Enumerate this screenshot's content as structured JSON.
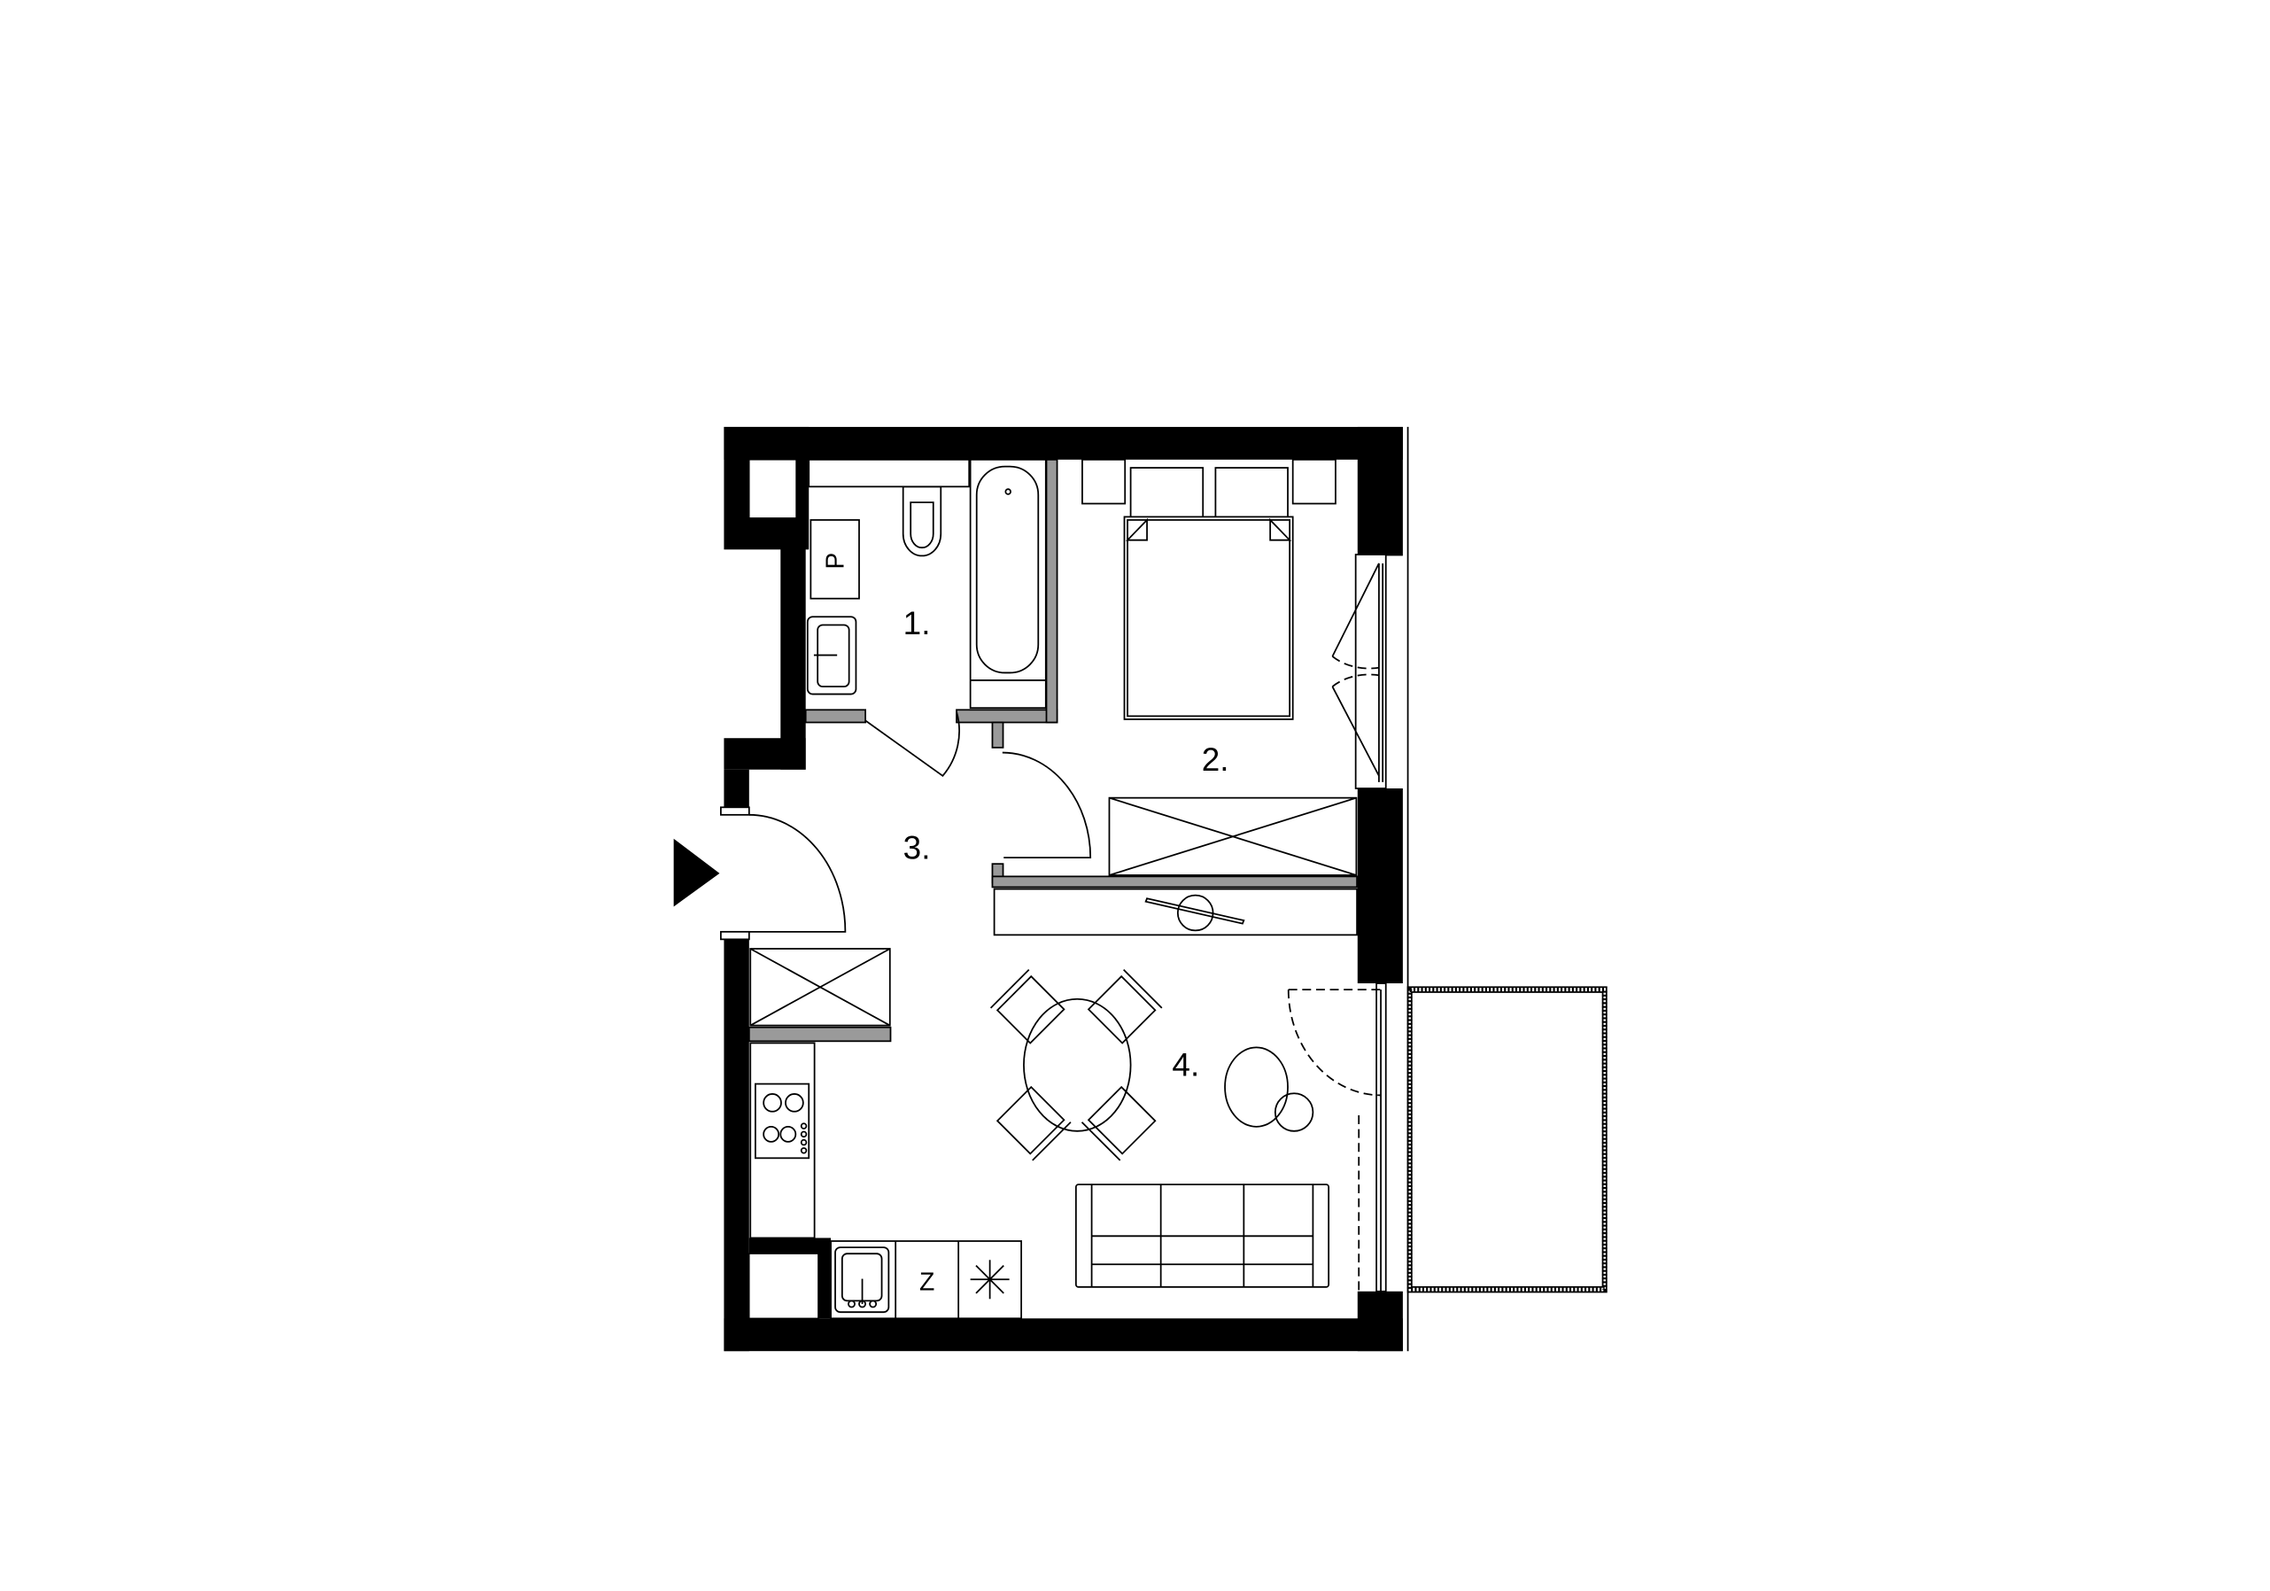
{
  "rooms": [
    {
      "number": "1."
    },
    {
      "number": "2."
    },
    {
      "number": "3."
    },
    {
      "number": "4."
    }
  ],
  "fixtures": {
    "washing_machine_label": "P",
    "fridge_label": "Z"
  },
  "colors": {
    "wall": "#000000",
    "partition": "#9a9a9a"
  }
}
